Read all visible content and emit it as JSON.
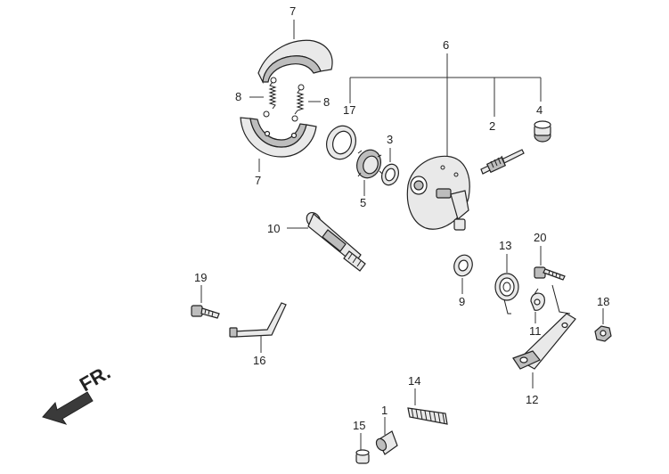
{
  "labels": {
    "p1": "1",
    "p2": "2",
    "p3": "3",
    "p4": "4",
    "p5": "5",
    "p6": "6",
    "p7a": "7",
    "p7b": "7",
    "p8a": "8",
    "p8b": "8",
    "p9": "9",
    "p10": "10",
    "p11": "11",
    "p12": "12",
    "p13": "13",
    "p14": "14",
    "p15": "15",
    "p16": "16",
    "p17": "17",
    "p18": "18",
    "p19": "19",
    "p20": "20"
  },
  "direction": {
    "text": "FR."
  }
}
